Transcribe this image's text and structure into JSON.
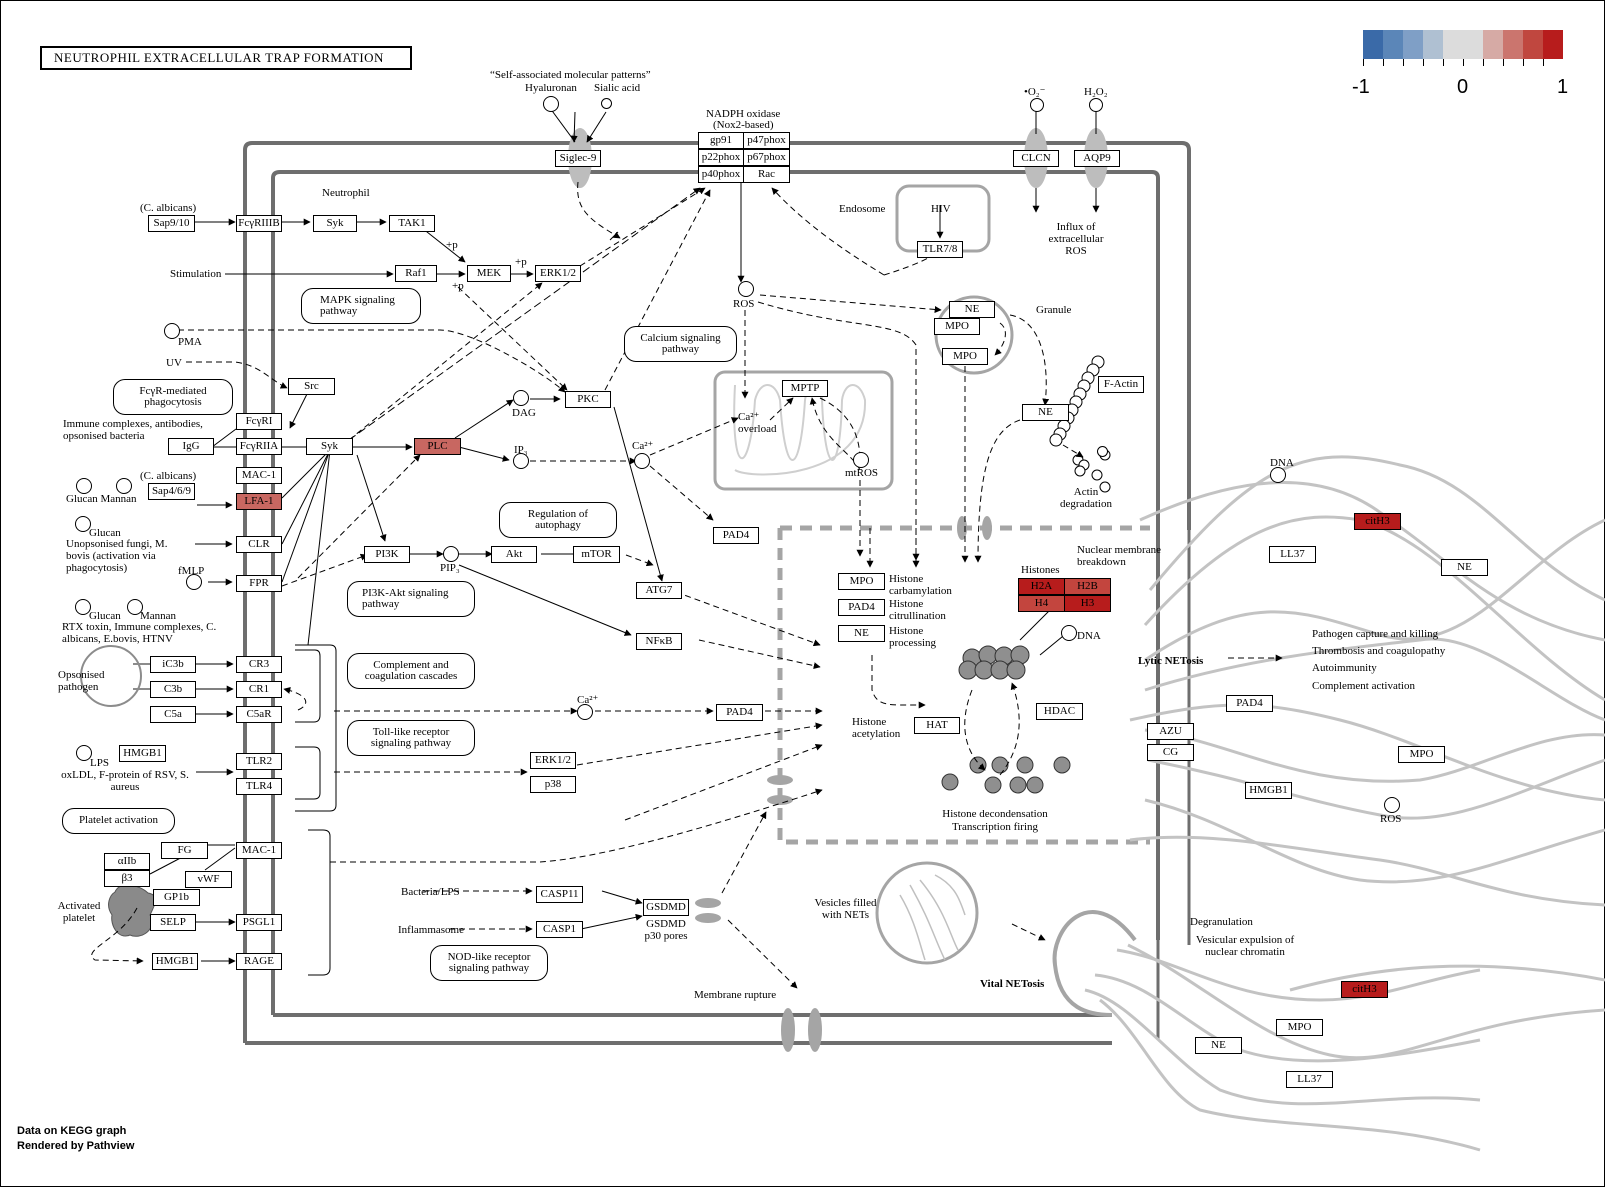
{
  "title": "NEUTROPHIL EXTRACELLULAR TRAP FORMATION",
  "legend": {
    "colors": [
      "#3a6aa8",
      "#5b86b8",
      "#7f9fc6",
      "#afc0d2",
      "#dcdcdc",
      "#dcdcdc",
      "#d6aaa5",
      "#cb756e",
      "#c0473f",
      "#b71c1c"
    ],
    "labels": [
      "-1",
      "0",
      "1"
    ]
  },
  "colors": {
    "high": "#b71c1c",
    "mid_high": "#c3453e",
    "mid": "#c86761",
    "low": "#cb756e",
    "membrane": "#6e6e6e",
    "light": "#c0c0c0"
  },
  "footer": {
    "line1": "Data on KEGG graph",
    "line2": "Rendered by Pathview"
  },
  "nodes": [
    {
      "id": "sap910",
      "label": "Sap9/10",
      "value": 0
    },
    {
      "id": "fcgr3b",
      "label": "FcγRIIIB",
      "value": 0
    },
    {
      "id": "syk_top",
      "label": "Syk",
      "value": 0
    },
    {
      "id": "tak1",
      "label": "TAK1",
      "value": 0
    },
    {
      "id": "raf1",
      "label": "Raf1",
      "value": 0
    },
    {
      "id": "mek",
      "label": "MEK",
      "value": 0
    },
    {
      "id": "erk_top",
      "label": "ERK1/2",
      "value": 0
    },
    {
      "id": "siglec9",
      "label": "Siglec-9",
      "value": 0
    },
    {
      "id": "gp91",
      "label": "gp91",
      "value": 0
    },
    {
      "id": "p47phox",
      "label": "p47phox",
      "value": 0
    },
    {
      "id": "p22phox",
      "label": "p22phox",
      "value": 0
    },
    {
      "id": "p67phox",
      "label": "p67phox",
      "value": 0
    },
    {
      "id": "p40phox",
      "label": "p40phox",
      "value": 0
    },
    {
      "id": "rac",
      "label": "Rac",
      "value": 0
    },
    {
      "id": "clcn",
      "label": "CLCN",
      "value": 0
    },
    {
      "id": "aqp9",
      "label": "AQP9",
      "value": 0
    },
    {
      "id": "tlr78",
      "label": "TLR7/8",
      "value": 0
    },
    {
      "id": "src",
      "label": "Src",
      "value": 0
    },
    {
      "id": "fcgr1",
      "label": "FcγRI",
      "value": 0
    },
    {
      "id": "igg",
      "label": "IgG",
      "value": 0
    },
    {
      "id": "fcgr2a",
      "label": "FcγRIIA",
      "value": 0
    },
    {
      "id": "syk",
      "label": "Syk",
      "value": 0
    },
    {
      "id": "plc",
      "label": "PLC",
      "value": 0.6
    },
    {
      "id": "mac1_top",
      "label": "MAC-1",
      "value": 0
    },
    {
      "id": "sap469",
      "label": "Sap4/6/9",
      "value": 0
    },
    {
      "id": "lfa1",
      "label": "LFA-1",
      "value": 0.6
    },
    {
      "id": "clr",
      "label": "CLR",
      "value": 0
    },
    {
      "id": "fpr",
      "label": "FPR",
      "value": 0
    },
    {
      "id": "pkc",
      "label": "PKC",
      "value": 0
    },
    {
      "id": "pi3k",
      "label": "PI3K",
      "value": 0
    },
    {
      "id": "akt",
      "label": "Akt",
      "value": 0
    },
    {
      "id": "mtor",
      "label": "mTOR",
      "value": 0
    },
    {
      "id": "atg7",
      "label": "ATG7",
      "value": 0
    },
    {
      "id": "nfkb",
      "label": "NFκB",
      "value": 0
    },
    {
      "id": "pad4_mid",
      "label": "PAD4",
      "value": 0
    },
    {
      "id": "mptp",
      "label": "MPTP",
      "value": 0
    },
    {
      "id": "ne_granule",
      "label": "NE",
      "value": 0
    },
    {
      "id": "mpo_granule1",
      "label": "MPO",
      "value": 0
    },
    {
      "id": "mpo_granule2",
      "label": "MPO",
      "value": 0
    },
    {
      "id": "ne_actin",
      "label": "NE",
      "value": 0
    },
    {
      "id": "factin",
      "label": "F-Actin",
      "value": 0
    },
    {
      "id": "ic3b",
      "label": "iC3b",
      "value": 0
    },
    {
      "id": "cr3",
      "label": "CR3",
      "value": 0
    },
    {
      "id": "c3b",
      "label": "C3b",
      "value": 0
    },
    {
      "id": "cr1",
      "label": "CR1",
      "value": 0
    },
    {
      "id": "c5a",
      "label": "C5a",
      "value": 0
    },
    {
      "id": "c5ar",
      "label": "C5aR",
      "value": 0
    },
    {
      "id": "hmgb1_lps",
      "label": "HMGB1",
      "value": 0
    },
    {
      "id": "tlr2",
      "label": "TLR2",
      "value": 0
    },
    {
      "id": "tlr4",
      "label": "TLR4",
      "value": 0
    },
    {
      "id": "pad4_ca",
      "label": "PAD4",
      "value": 0
    },
    {
      "id": "erk_low",
      "label": "ERK1/2",
      "value": 0
    },
    {
      "id": "p38",
      "label": "p38",
      "value": 0
    },
    {
      "id": "fg",
      "label": "FG",
      "value": 0
    },
    {
      "id": "mac1_low",
      "label": "MAC-1",
      "value": 0
    },
    {
      "id": "aiib",
      "label": "αIIb",
      "value": 0
    },
    {
      "id": "b3",
      "label": "β3",
      "value": 0
    },
    {
      "id": "vwf",
      "label": "vWF",
      "value": 0
    },
    {
      "id": "gp1b",
      "label": "GP1b",
      "value": 0
    },
    {
      "id": "selp",
      "label": "SELP",
      "value": 0
    },
    {
      "id": "psgl1",
      "label": "PSGL1",
      "value": 0
    },
    {
      "id": "hmgb1_plt",
      "label": "HMGB1",
      "value": 0
    },
    {
      "id": "rage",
      "label": "RAGE",
      "value": 0
    },
    {
      "id": "casp11",
      "label": "CASP11",
      "value": 0
    },
    {
      "id": "casp1",
      "label": "CASP1",
      "value": 0
    },
    {
      "id": "gsdmd",
      "label": "GSDMD",
      "value": 0
    },
    {
      "id": "mpo_nuc",
      "label": "MPO",
      "value": 0
    },
    {
      "id": "pad4_nuc",
      "label": "PAD4",
      "value": 0
    },
    {
      "id": "ne_nuc",
      "label": "NE",
      "value": 0
    },
    {
      "id": "h2a",
      "label": "H2A",
      "value": 1
    },
    {
      "id": "h2b",
      "label": "H2B",
      "value": 0.8
    },
    {
      "id": "h4",
      "label": "H4",
      "value": 0.8
    },
    {
      "id": "h3",
      "label": "H3",
      "value": 1
    },
    {
      "id": "hat",
      "label": "HAT",
      "value": 0
    },
    {
      "id": "hdac",
      "label": "HDAC",
      "value": 0
    },
    {
      "id": "cith3_top",
      "label": "citH3",
      "value": 1
    },
    {
      "id": "ll37_top",
      "label": "LL37",
      "value": 0
    },
    {
      "id": "ne_net",
      "label": "NE",
      "value": 0
    },
    {
      "id": "pad4_net",
      "label": "PAD4",
      "value": 0
    },
    {
      "id": "azu",
      "label": "AZU",
      "value": 0
    },
    {
      "id": "cg",
      "label": "CG",
      "value": 0
    },
    {
      "id": "mpo_net",
      "label": "MPO",
      "value": 0
    },
    {
      "id": "hmgb1_net",
      "label": "HMGB1",
      "value": 0
    },
    {
      "id": "cith3_low",
      "label": "citH3",
      "value": 1
    },
    {
      "id": "mpo_vital",
      "label": "MPO",
      "value": 0
    },
    {
      "id": "ne_vital",
      "label": "NE",
      "value": 0
    },
    {
      "id": "ll37_vital",
      "label": "LL37",
      "value": 0
    }
  ],
  "pathways": {
    "mapk": "MAPK signaling pathway",
    "fcgr": "FcγR-mediated phagocytosis",
    "calcium": "Calcium signaling pathway",
    "autophagy": "Regulation of autophagy",
    "pi3k": "PI3K-Akt signaling pathway",
    "complement": "Complement and coagulation cascades",
    "tlr": "Toll-like receptor signaling pathway",
    "platelet": "Platelet activation",
    "nod": "NOD-like receptor signaling pathway"
  },
  "labels": {
    "self_patterns": "“Self-associated molecular patterns”",
    "hyaluronan": "Hyaluronan",
    "sialic": "Sialic acid",
    "nadph": "NADPH oxidase",
    "nox2": "(Nox2-based)",
    "o2": "•O₂⁻",
    "h2o2": "H₂O₂",
    "influx": "Influx of extracellular ROS",
    "neutrophil": "Neutrophil",
    "c_albicans1": "(C. albicans)",
    "c_albicans2": "(C. albicans)",
    "stimulation": "Stimulation",
    "endosome": "Endosome",
    "hiv": "HIV",
    "pma": "PMA",
    "uv": "UV",
    "ros": "ROS",
    "granule": "Granule",
    "immune": "Immune complexes, antibodies, opsonised bacteria",
    "dag": "DAG",
    "ip3": "IP₃",
    "ca1": "Ca²⁺",
    "ca_overload": "Ca²⁺ overload",
    "mtros": "mtROS",
    "actin_deg": "Actin degradation",
    "glucan_mannan": "Glucan Mannan",
    "glucan2": "Glucan",
    "unopsonised": "Unopsonised fungi, M. bovis (activation via phagocytosis)",
    "fmlp": "fMLP",
    "pip3": "PIP₃",
    "glucan3": "Glucan",
    "mannan3": "Mannan",
    "rtx": "RTX toxin, Immune complexes, C. albicans, E.bovis, HTNV",
    "opsonised": "Opsonised pathogen",
    "ca2": "Ca²⁺",
    "lps": "LPS",
    "oxldl": "oxLDL, F-protein of RSV, S. aureus",
    "activated_platelet": "Activated platelet",
    "bacteria_lps": "Bacteria/LPS",
    "inflammasome": "Inflammasome",
    "gsdmd_pores": "GSDMD p30 pores",
    "membrane_rupture": "Membrane rupture",
    "vesicles": "Vesicles filled with NETs",
    "vital": "Vital NETosis",
    "degranulation": "Degranulation",
    "vesicular": "Vesicular expulsion of nuclear chromatin",
    "histones": "Histones",
    "nuclear_breakdown": "Nuclear membrane breakdown",
    "h_carb": "Histone carbamylation",
    "h_citr": "Histone citrullination",
    "h_proc": "Histone processing",
    "h_acet": "Histone acetylation",
    "dna1": "DNA",
    "dna2": "DNA",
    "h_decond": "Histone decondensation",
    "transcription": "Transcription firing",
    "lytic": "Lytic NETosis",
    "outcome1": "Pathogen capture and killing",
    "outcome2": "Thrombosis and coagulopathy",
    "outcome3": "Autoimmunity",
    "outcome4": "Complement activation",
    "ros2": "ROS",
    "p1": "+p",
    "p2": "+p",
    "p3": "+p"
  }
}
